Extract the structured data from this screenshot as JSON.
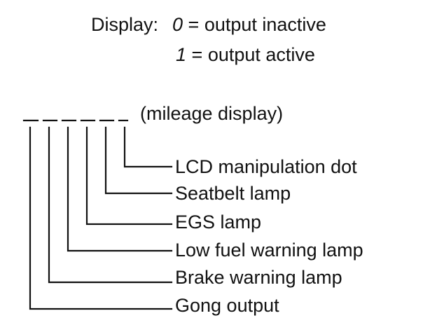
{
  "legend": {
    "prefix": "Display:",
    "rows": [
      {
        "digit": "0",
        "text": "= output inactive"
      },
      {
        "digit": "1",
        "text": "= output active"
      }
    ]
  },
  "display_note": "(mileage display)",
  "outputs": [
    "LCD manipulation dot",
    "Seatbelt lamp",
    "EGS lamp",
    "Low fuel warning lamp",
    "Brake warning lamp",
    "Gong output"
  ],
  "colors": {
    "ink": "#111111",
    "background": "#ffffff"
  }
}
